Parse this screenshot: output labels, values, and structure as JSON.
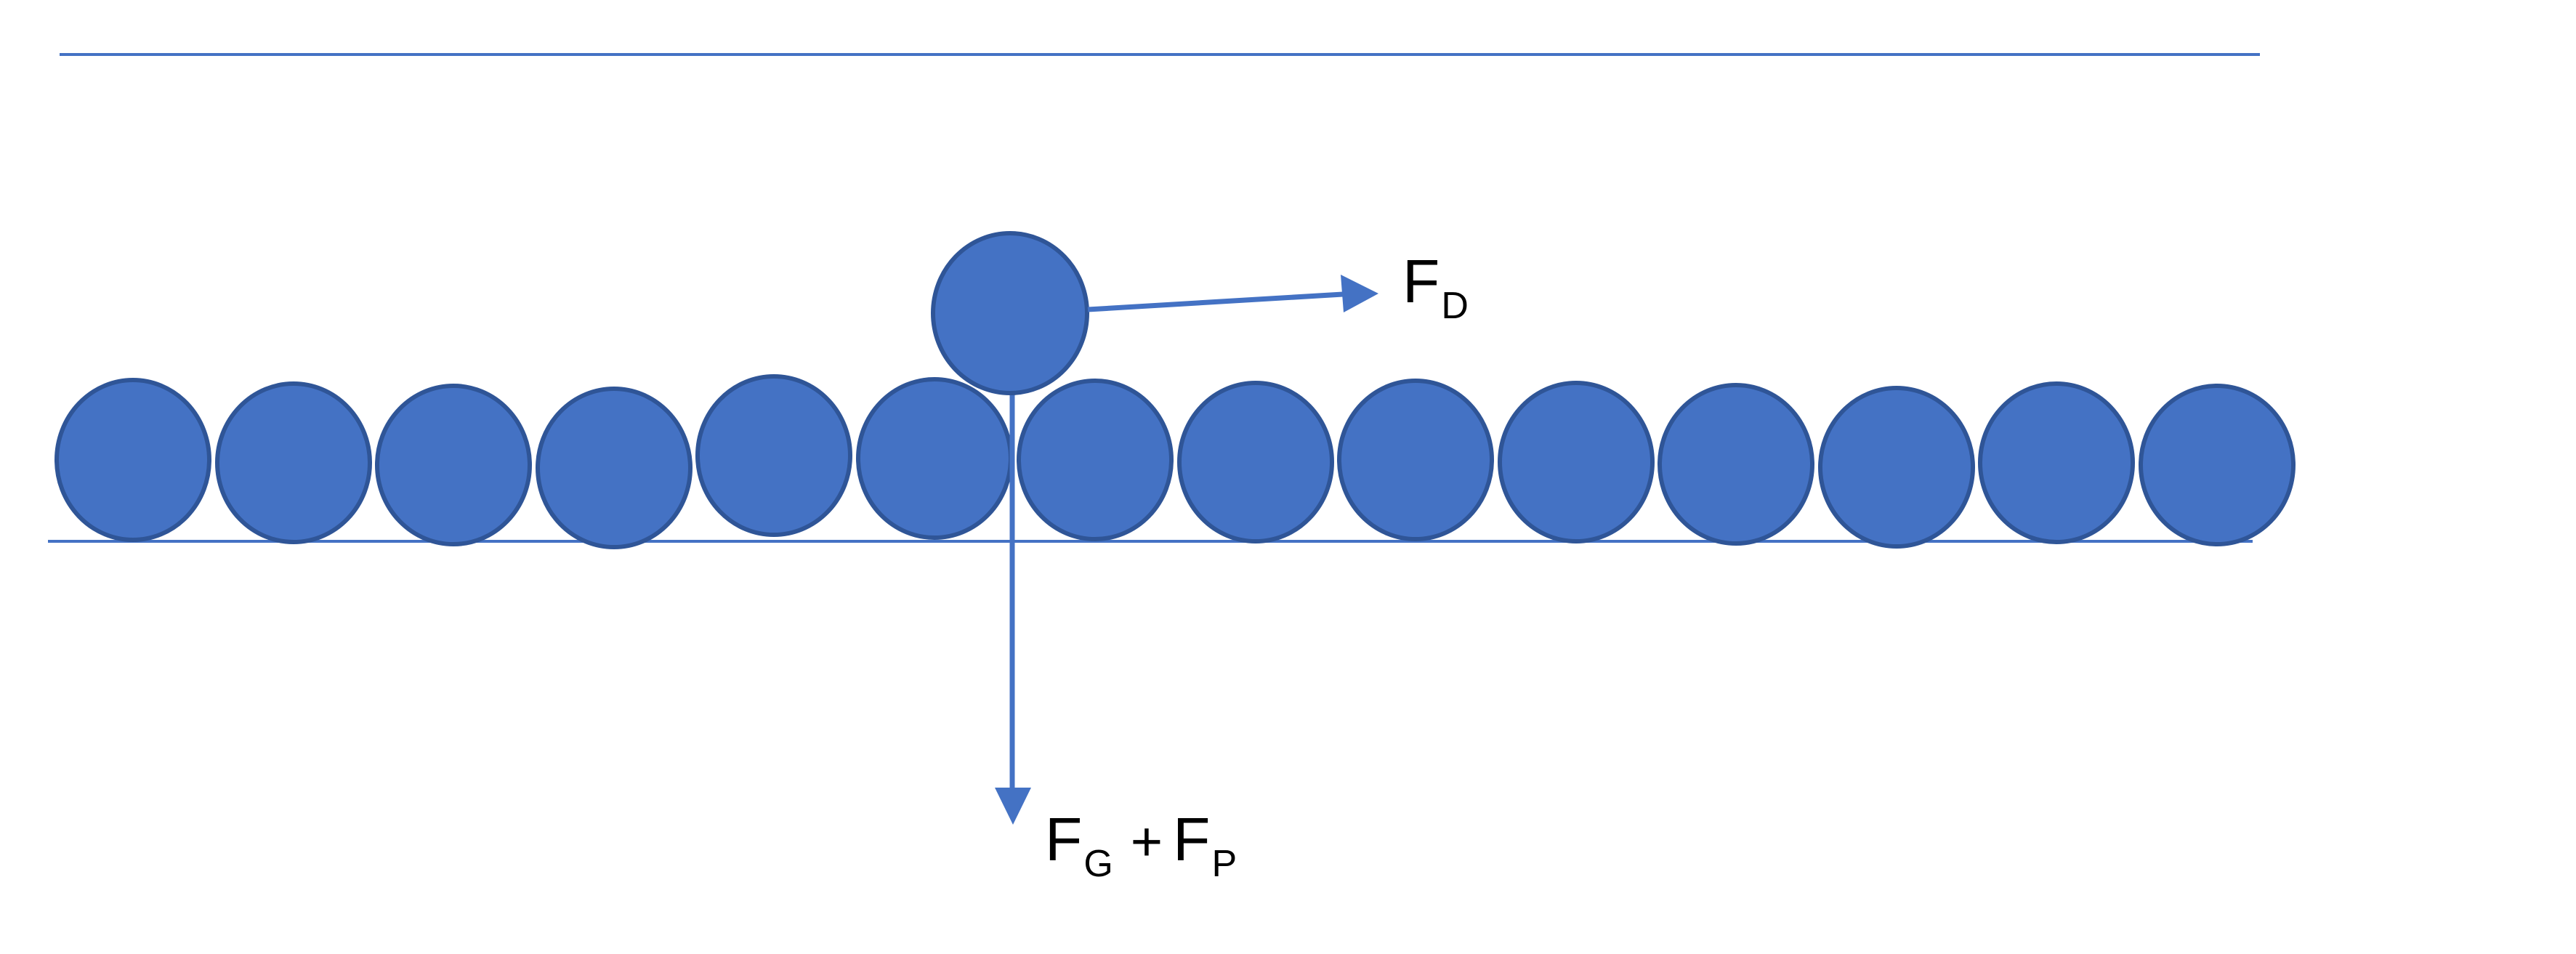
{
  "colors": {
    "particle_fill": "#4472C4",
    "particle_stroke": "#2F5597",
    "line": "#4472C4",
    "text": "#000000"
  },
  "labels": {
    "drag_force": {
      "main": "F",
      "sub": "D"
    },
    "gravity_plus_pressure": {
      "term1_main": "F",
      "term1_sub": "G",
      "operator": "+",
      "term2_main": "F",
      "term2_sub": "P"
    }
  },
  "bed": {
    "particle_count": 14
  }
}
